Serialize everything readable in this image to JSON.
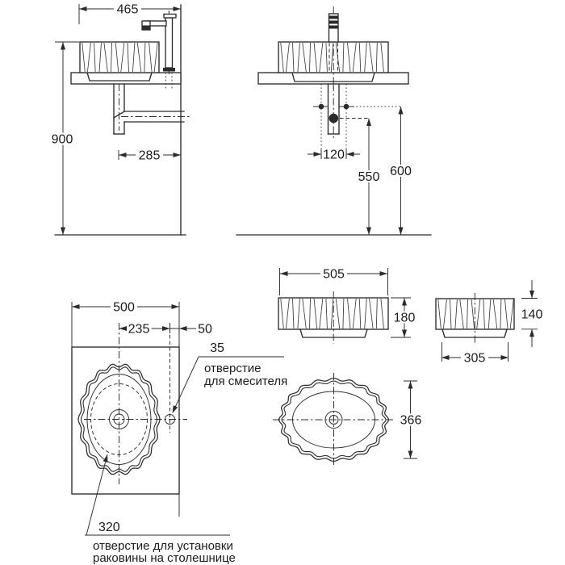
{
  "palette": {
    "line": "#2b2b2b",
    "background": "#ffffff"
  },
  "views": {
    "side_install": {
      "dim_counter_depth": "465",
      "dim_counter_height": "900",
      "dim_drain_offset": "285"
    },
    "front_install": {
      "dim_supply_spacing": "120",
      "dim_drain_height": "550",
      "dim_supply_height": "600"
    },
    "basin_front": {
      "dim_width": "505",
      "dim_height": "180"
    },
    "basin_side": {
      "dim_base_width": "305",
      "dim_body_height": "140"
    },
    "counter_top": {
      "dim_counter_width": "500",
      "dim_center_offset": "235",
      "dim_edge_offset": "50",
      "dim_faucet_hole": "35",
      "dim_cutout": "320",
      "faucet_note_1": "отверстие",
      "faucet_note_2": "для смесителя",
      "cutout_note_1": "отверстие для установки",
      "cutout_note_2": "раковины на столешнице"
    },
    "basin_top": {
      "dim_depth": "366"
    }
  }
}
